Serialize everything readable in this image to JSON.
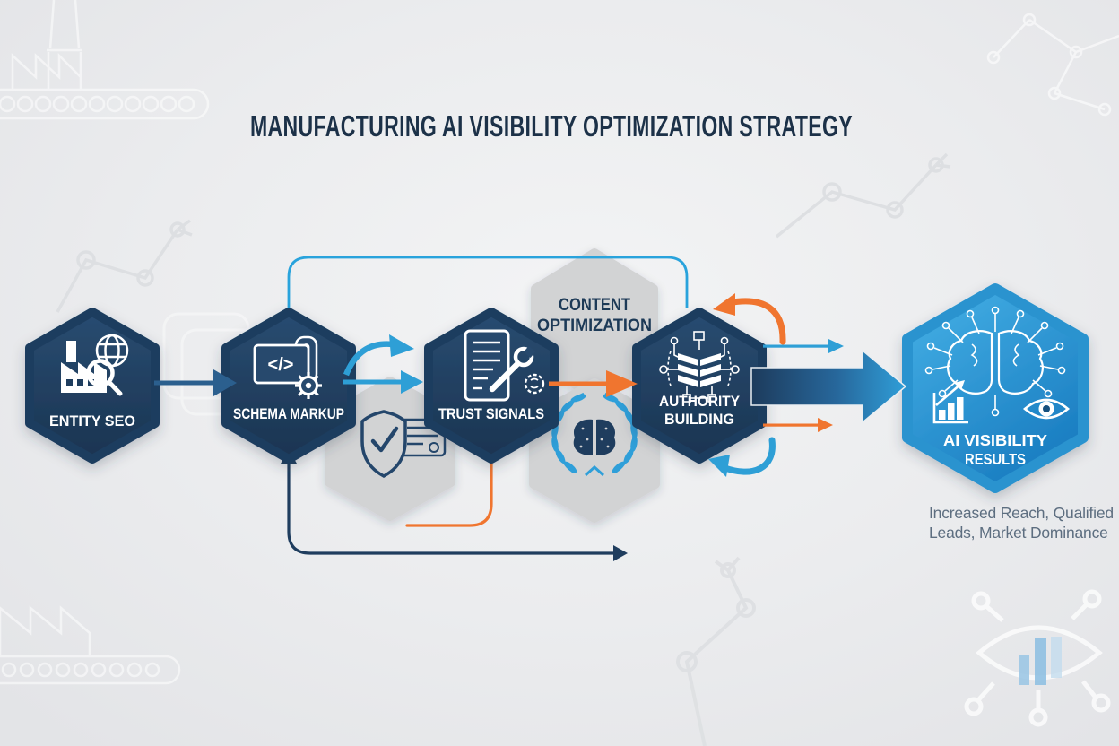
{
  "title": "MANUFACTURING AI VISIBILITY OPTIMIZATION STRATEGY",
  "nodes": {
    "entity_seo": {
      "label": "ENTITY SEO"
    },
    "schema_markup": {
      "label": "SCHEMA MARKUP",
      "code_glyph": "</>"
    },
    "trust_signals": {
      "label": "TRUST SIGNALS"
    },
    "content_optimization": {
      "line1": "CONTENT",
      "line2": "OPTIMIZATION"
    },
    "authority_building": {
      "line1": "AUTHORITY",
      "line2": "BUILDING"
    },
    "ai_visibility_results": {
      "line1": "AI VISIBILITY",
      "line2": "RESULTS"
    }
  },
  "caption": {
    "line1": "Increased Reach, Qualified",
    "line2": "Leads, Market Dominance"
  },
  "colors": {
    "background": "#ECEDEE",
    "navy_hex": "#1F3D5E",
    "navy_hex_light": "#27496D",
    "gray_hex": "#D2D3D4",
    "result_blue_light": "#44B0E6",
    "result_blue_dark": "#1B7EC2",
    "arrow_navy": "#2B5F8E",
    "loop_navy": "#1F3D5E",
    "blue_accent": "#2E9FD6",
    "loop_blue": "#29A3DC",
    "orange_accent": "#F0752F",
    "title_text": "#1C3148",
    "caption_text": "#5D6E80",
    "icon_navy": "#24466B"
  }
}
